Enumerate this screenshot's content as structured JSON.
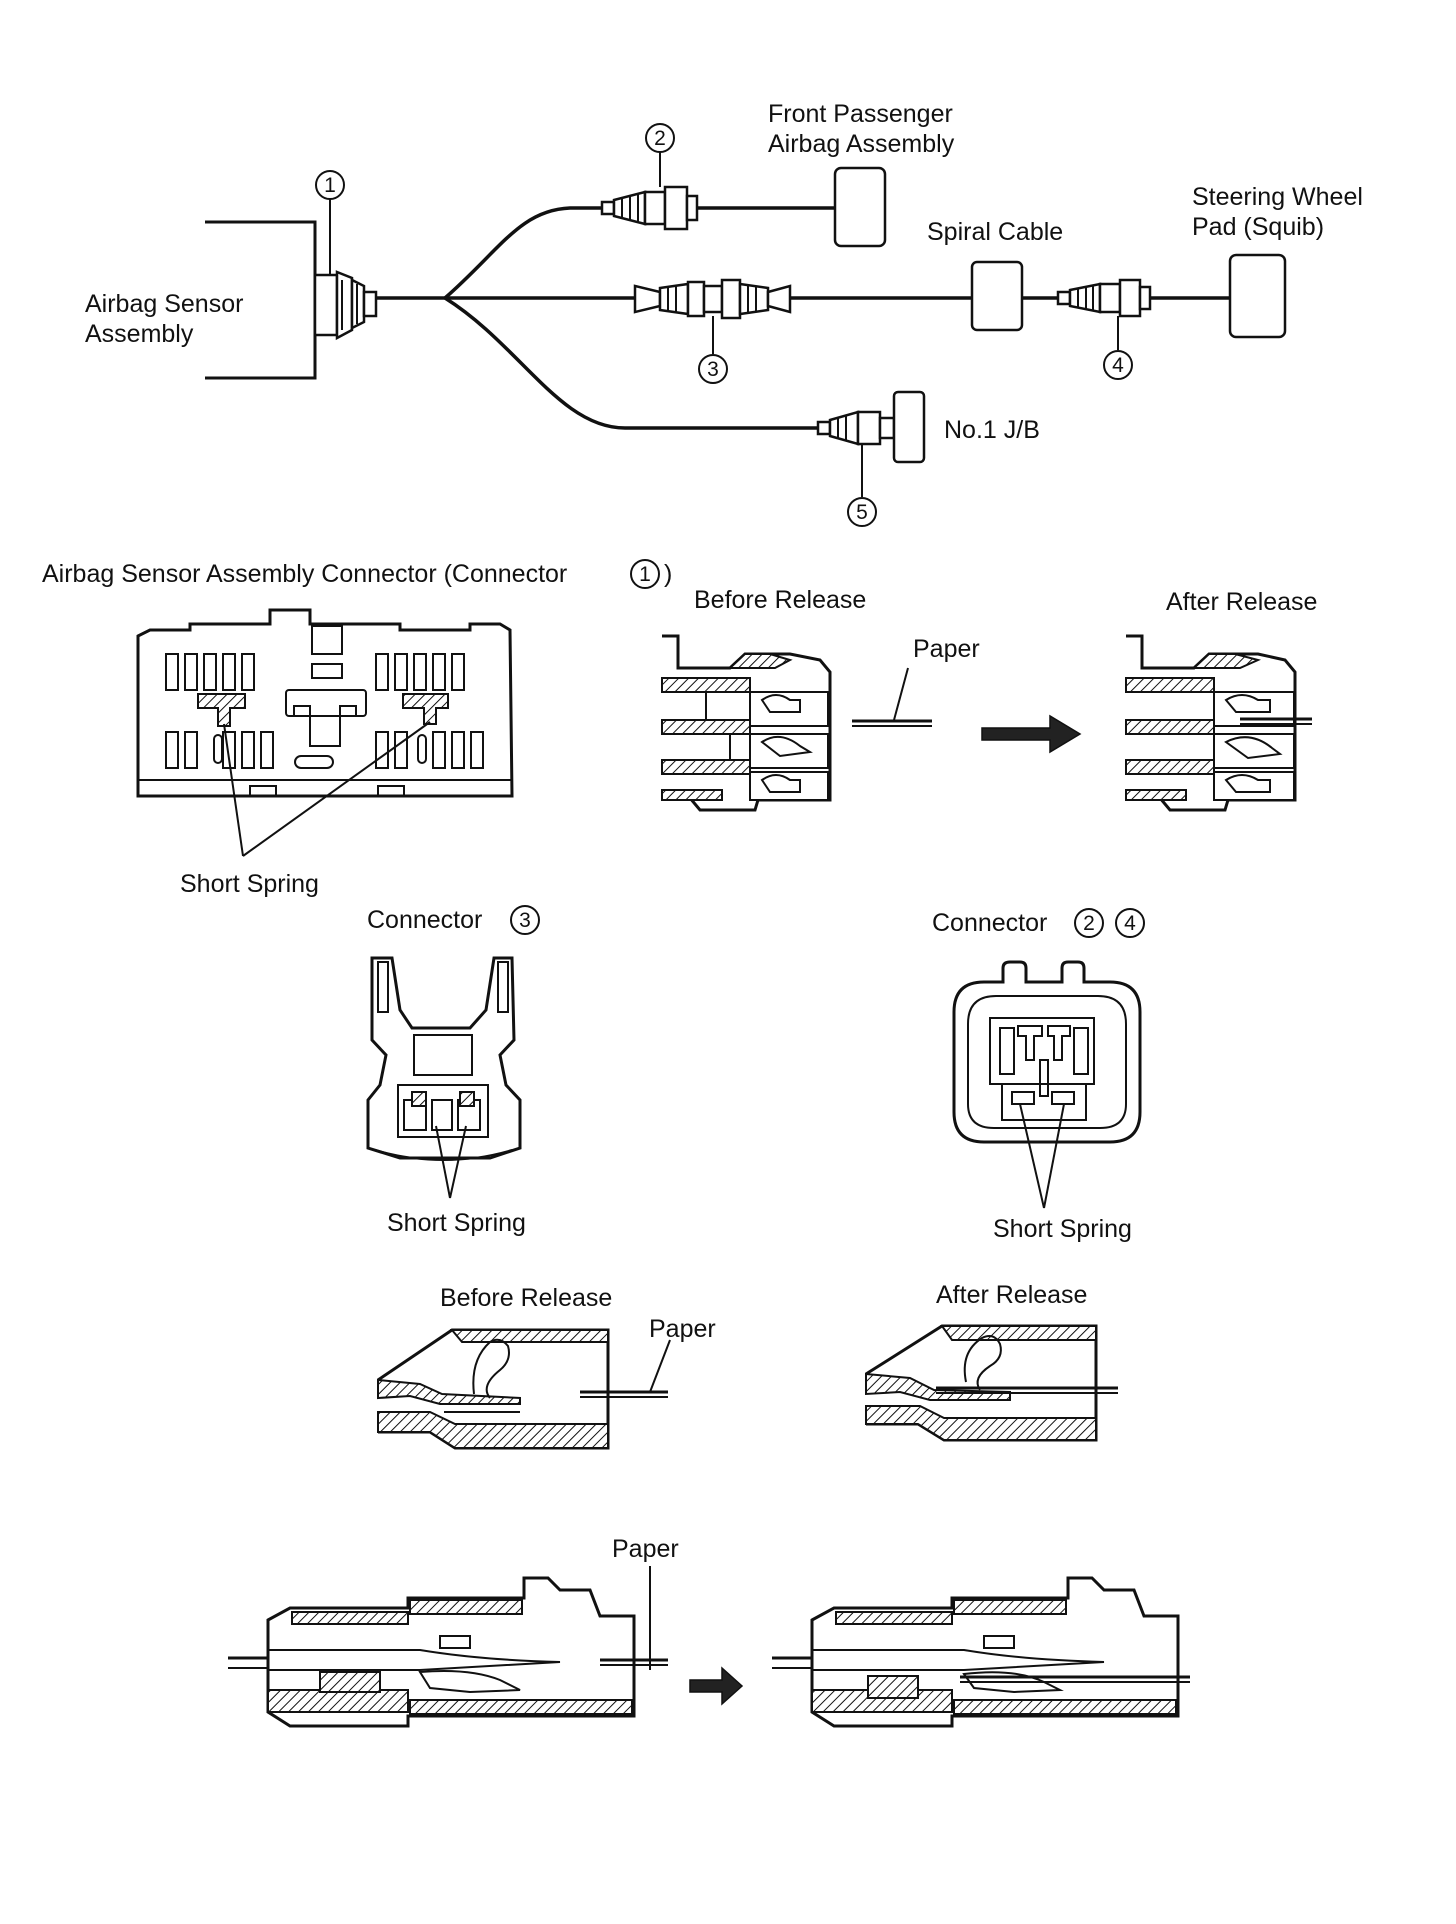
{
  "wiring": {
    "airbag_sensor_assembly": "Airbag Sensor\nAssembly",
    "front_passenger_airbag": "Front Passenger\nAirbag Assembly",
    "spiral_cable": "Spiral Cable",
    "steering_wheel_pad": "Steering Wheel\nPad (Squib)",
    "jb": "No.1 J/B",
    "callouts": [
      "①",
      "②",
      "③",
      "④",
      "⑤"
    ]
  },
  "section1": {
    "title": "Airbag Sensor Assembly Connector (Connector",
    "title_callout": "①",
    "title_end": ")",
    "short_spring": "Short Spring",
    "before_release": "Before Release",
    "after_release": "After Release",
    "paper": "Paper"
  },
  "section2": {
    "connector3_title": "Connector",
    "connector3_callout": "③",
    "connector3_spring": "Short Spring",
    "connector24_title": "Connector",
    "connector24_callouts": "②④",
    "connector24_spring": "Short Spring"
  },
  "section3": {
    "before_release": "Before Release",
    "after_release": "After Release",
    "paper": "Paper"
  },
  "section4": {
    "paper": "Paper"
  }
}
